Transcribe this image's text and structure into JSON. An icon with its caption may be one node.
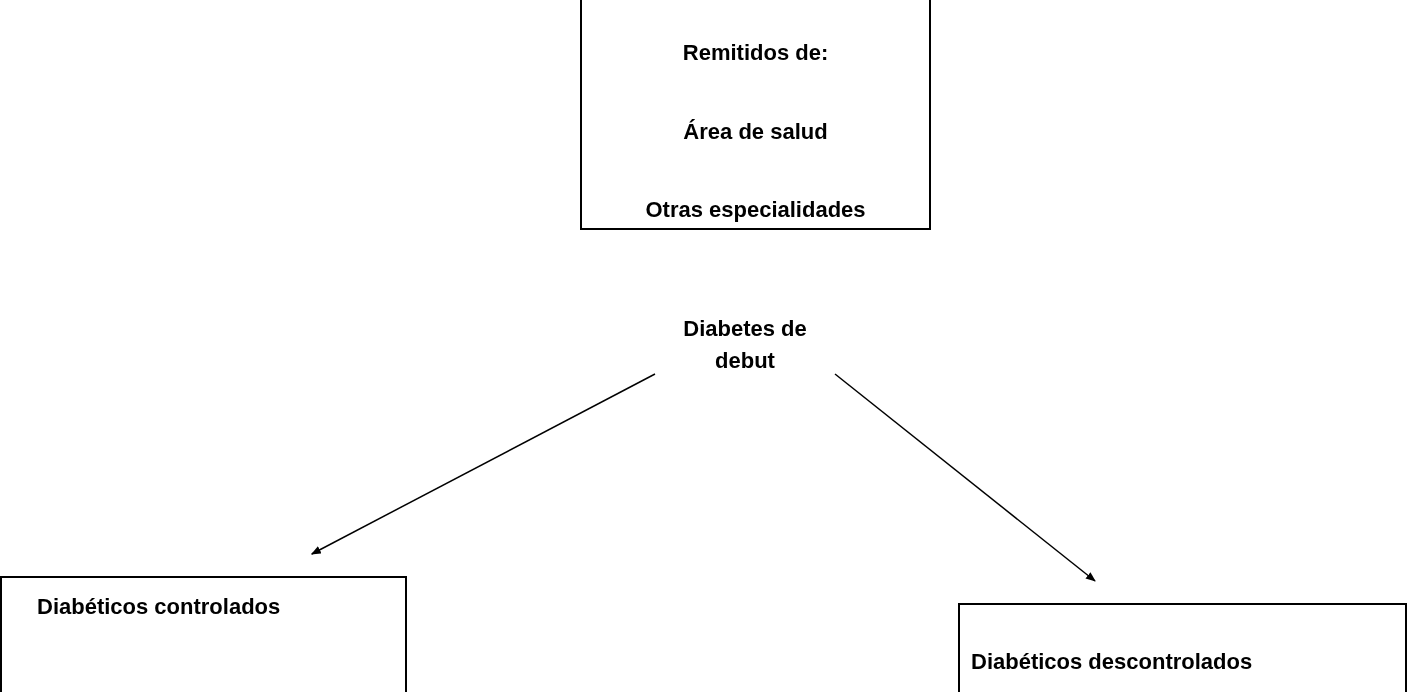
{
  "diagram": {
    "nodes": [
      {
        "text": [
          "Remitidos de:",
          "Área de salud",
          "Otras especialidades"
        ]
      },
      {
        "text": [
          "Diabetes de debut"
        ]
      },
      {
        "text": [
          "Diabéticos controlados"
        ]
      },
      {
        "text": [
          "Diabéticos descontrolados"
        ]
      }
    ],
    "edges": [
      {
        "from": 1,
        "to": 2,
        "arrow": "to"
      },
      {
        "from": 1,
        "to": 3,
        "arrow": "to"
      }
    ]
  }
}
